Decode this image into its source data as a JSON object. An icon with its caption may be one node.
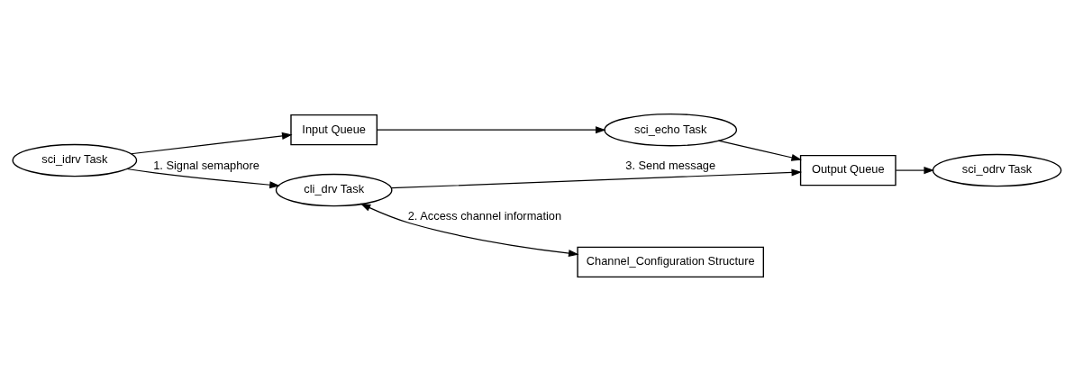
{
  "diagram": {
    "nodes": [
      {
        "text": [
          "sci_idrv Task"
        ]
      },
      {
        "text": [
          "Input Queue"
        ]
      },
      {
        "text": [
          "sci_echo Task"
        ]
      },
      {
        "text": [
          "Output Queue"
        ]
      },
      {
        "text": [
          "sci_odrv Task"
        ]
      },
      {
        "text": [
          "cli_drv Task"
        ]
      },
      {
        "text": [
          "Channel_Configuration Structure"
        ]
      }
    ],
    "edges": [
      {
        "from": 0,
        "to": 1,
        "arrow": "to"
      },
      {
        "from": 1,
        "to": 2,
        "arrow": "to"
      },
      {
        "from": 2,
        "to": 3,
        "arrow": "to"
      },
      {
        "from": 3,
        "to": 4,
        "arrow": "to"
      },
      {
        "from": 0,
        "to": 5,
        "arrow": "to",
        "label": "1. Signal semaphore"
      },
      {
        "from": 5,
        "to": 3,
        "arrow": "to",
        "label": "3. Send message"
      },
      {
        "from": 5,
        "to": 6,
        "arrow": "both",
        "label": "2. Access channel information"
      }
    ]
  }
}
